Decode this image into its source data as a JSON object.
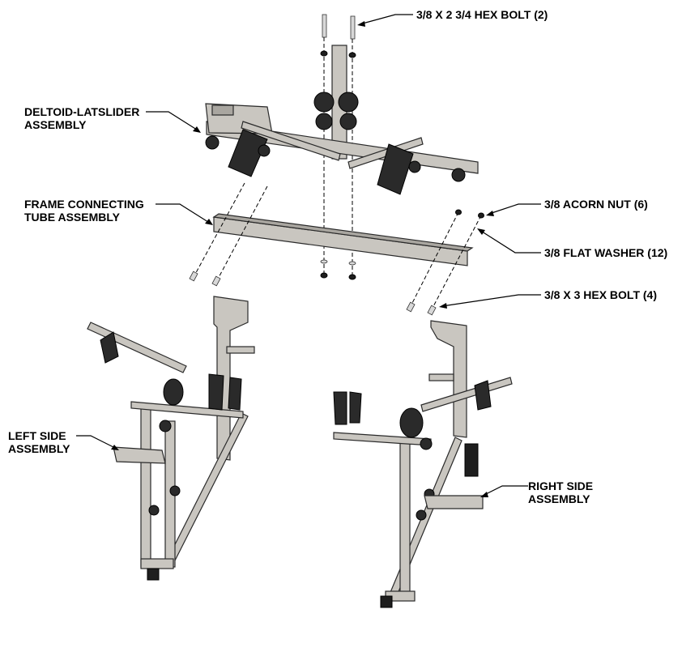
{
  "callouts": {
    "hex_bolt_2": "3/8 X 2 3/4 HEX BOLT (2)",
    "deltoid_line1": "DELTOID-LATSLIDER",
    "deltoid_line2": "ASSEMBLY",
    "frame_line1": "FRAME CONNECTING",
    "frame_line2": "TUBE ASSEMBLY",
    "acorn_nut": "3/8 ACORN NUT (6)",
    "flat_washer": "3/8 FLAT WASHER (12)",
    "hex_bolt_4": "3/8 X 3 HEX BOLT (4)",
    "left_line1": "LEFT SIDE",
    "left_line2": "ASSEMBLY",
    "right_line1": "RIGHT SIDE",
    "right_line2": "ASSEMBLY"
  }
}
